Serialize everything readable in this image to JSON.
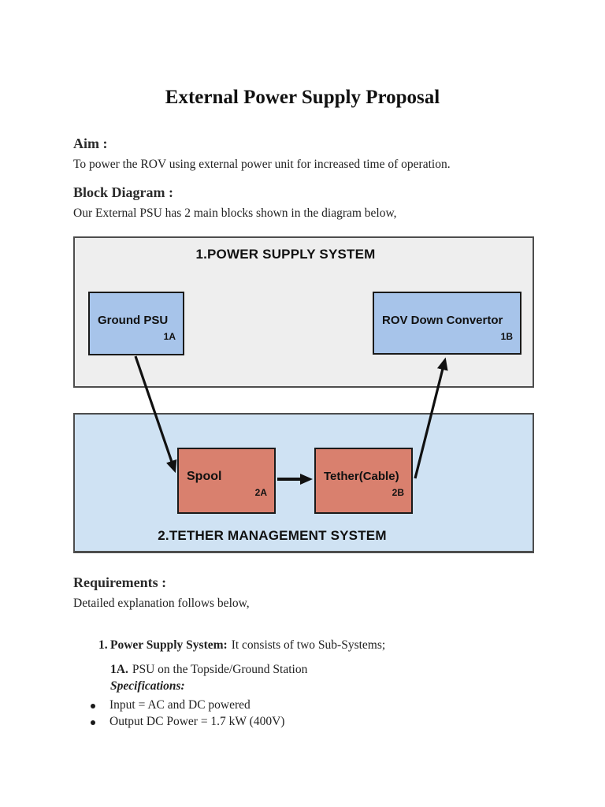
{
  "document": {
    "title": "External Power Supply Proposal",
    "aim": {
      "heading": "Aim :",
      "body": "To power the ROV using external power unit for increased time of operation."
    },
    "block_diagram": {
      "heading": "Block Diagram :",
      "body": "Our External PSU has 2 main blocks shown in the diagram below,"
    },
    "requirements": {
      "heading": "Requirements :",
      "body": "Detailed explanation follows below,"
    },
    "list": {
      "item1_number": "1.",
      "item1_bold": "Power Supply System:",
      "item1_rest": "It consists of two Sub-Systems;",
      "sub_1a_bold": "1A.",
      "sub_1a_rest": "PSU on the Topside/Ground Station",
      "specifications_label": "Specifications:",
      "bullets": [
        "Input = AC and DC powered",
        "Output DC Power = 1.7 kW (400V)"
      ]
    }
  },
  "diagram": {
    "power_supply_system": {
      "title": "1.POWER SUPPLY SYSTEM",
      "fill": "#eeeeee",
      "block_fill": "#a7c4ea",
      "blocks": [
        {
          "label": "Ground PSU",
          "tag": "1A"
        },
        {
          "label": "ROV Down Convertor",
          "tag": "1B"
        }
      ]
    },
    "tether_management_system": {
      "title": "2.TETHER MANAGEMENT SYSTEM",
      "fill": "#cfe2f3",
      "block_fill": "#d9806e",
      "blocks": [
        {
          "label": "Spool",
          "tag": "2A"
        },
        {
          "label": "Tether(Cable)",
          "tag": "2B"
        }
      ]
    },
    "arrow_color": "#111111"
  }
}
